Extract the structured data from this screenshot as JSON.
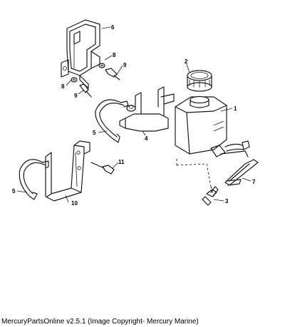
{
  "callouts": {
    "c1": "1",
    "c2": "2",
    "c3": "3",
    "c4": "4",
    "c5a": "5",
    "c5b": "5",
    "c6": "6",
    "c7": "7",
    "c8a": "8",
    "c8b": "8",
    "c9a": "9",
    "c9b": "9",
    "c10": "10",
    "c11": "11"
  },
  "caption": "MercuryPartsOnline v2.5.1 (Image Copyright- Mercury Marine)"
}
